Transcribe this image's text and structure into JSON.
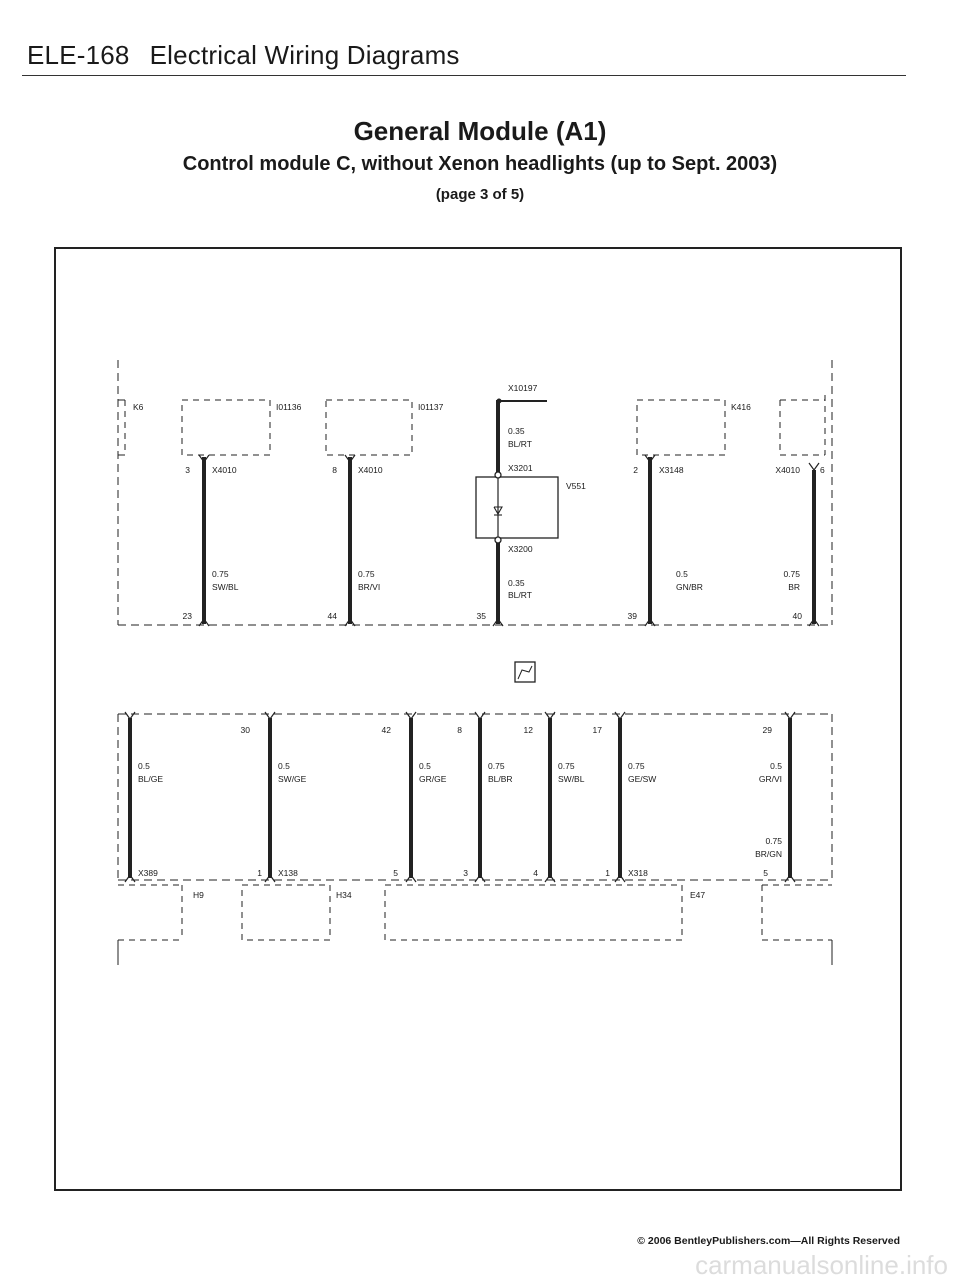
{
  "header": {
    "code": "ELE-168",
    "section": "Electrical Wiring Diagrams"
  },
  "title": "General Module (A1)",
  "subtitle": "Control module C, without Xenon headlights (up to Sept. 2003)",
  "page": "(page 3 of 5)",
  "upper": {
    "components": {
      "k6": "K6",
      "i01136": "I01136",
      "i01137": "I01137",
      "x10197": "X10197",
      "k416": "K416",
      "v551": "V551",
      "x3201": "X3201",
      "x3200": "X3200"
    },
    "wires": [
      {
        "pin_top": "3",
        "conn": "X4010",
        "gauge": "0.75",
        "color": "SW/BL",
        "pin_bottom": "23"
      },
      {
        "pin_top": "8",
        "conn": "X4010",
        "gauge": "0.75",
        "color": "BR/VI",
        "pin_bottom": "44"
      },
      {
        "gauge_top": "0.35",
        "color_top": "BL/RT",
        "gauge": "0.35",
        "color": "BL/RT",
        "pin_bottom": "35"
      },
      {
        "pin_top": "2",
        "conn": "X3148",
        "gauge": "0.5",
        "color": "GN/BR",
        "pin_bottom": "39"
      },
      {
        "pin_top": "6",
        "conn": "X4010",
        "gauge": "0.75",
        "color": "BR",
        "pin_bottom": "40"
      }
    ]
  },
  "lower": {
    "components": {
      "h9": "H9",
      "h34": "H34",
      "e47": "E47"
    },
    "wires": [
      {
        "gauge": "0.5",
        "color": "BL/GE",
        "conn": "X389"
      },
      {
        "pin_top": "30",
        "gauge": "0.5",
        "color": "SW/GE",
        "pin_bottom": "1",
        "conn": "X138"
      },
      {
        "pin_top": "42",
        "gauge": "0.5",
        "color": "GR/GE",
        "pin_bottom": "5"
      },
      {
        "pin_top": "8",
        "gauge": "0.75",
        "color": "BL/BR",
        "pin_bottom": "3"
      },
      {
        "pin_top": "12",
        "gauge": "0.75",
        "color": "SW/BL",
        "pin_bottom": "4"
      },
      {
        "pin_top": "17",
        "gauge": "0.75",
        "color": "GE/SW",
        "pin_bottom": "1",
        "conn": "X318"
      },
      {
        "pin_top": "29",
        "gauge": "0.5",
        "color": "GR/VI",
        "gauge2": "0.75",
        "color2": "BR/GN",
        "pin_bottom": "5"
      }
    ]
  },
  "footer": "© 2006 BentleyPublishers.com—All Rights Reserved",
  "watermark": "carmanualsonline.info"
}
